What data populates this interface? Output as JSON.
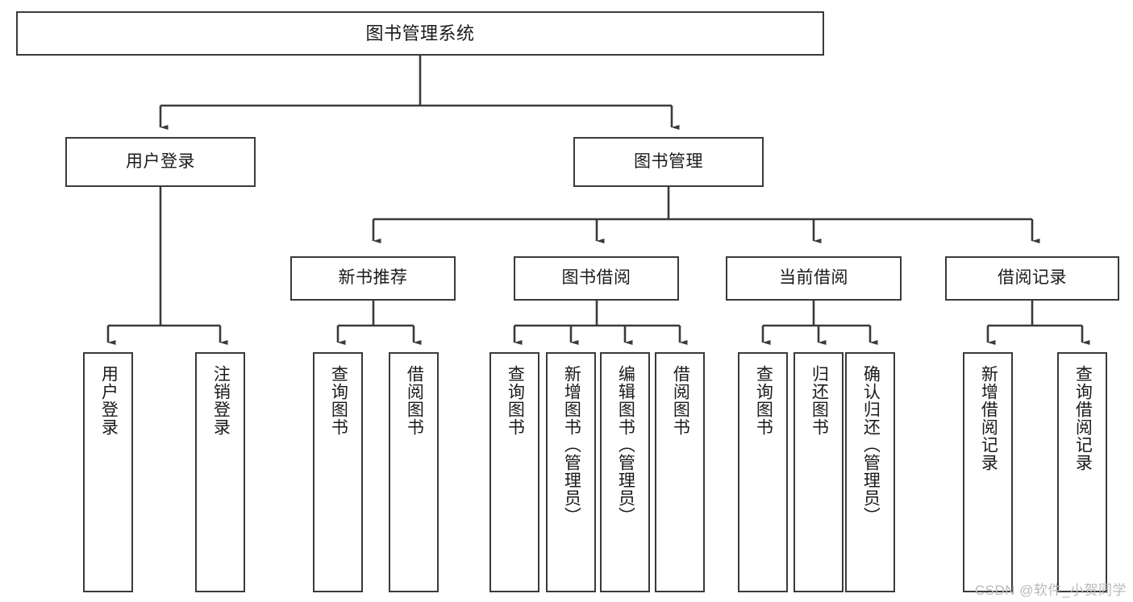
{
  "diagram": {
    "title": "图书管理系统",
    "type": "tree-hierarchy",
    "orientation": "top-down",
    "edge_color": "#3a3a3a",
    "box_border_color": "#3a3a3a",
    "box_fill_color": "#ffffff",
    "text_color": "#1a1a1a"
  },
  "watermark": {
    "text": "CSDN @软件_小贺同学",
    "color": "#b9b9b9"
  },
  "nodes": {
    "root": {
      "label": "图书管理系统"
    },
    "level2": [
      {
        "label": "用户登录"
      },
      {
        "label": "图书管理"
      }
    ],
    "level3": [
      {
        "label": "新书推荐"
      },
      {
        "label": "图书借阅"
      },
      {
        "label": "当前借阅"
      },
      {
        "label": "借阅记录"
      }
    ],
    "leaves_user_login": [
      {
        "label": "用户登录"
      },
      {
        "label": "注销登录"
      }
    ],
    "leaves_new_book": [
      {
        "label": "查询图书"
      },
      {
        "label": "借阅图书"
      }
    ],
    "leaves_borrow": [
      {
        "label": "查询图书"
      },
      {
        "label": "新增图书（管理员）"
      },
      {
        "label": "编辑图书（管理员）"
      },
      {
        "label": "借阅图书"
      }
    ],
    "leaves_current": [
      {
        "label": "查询图书"
      },
      {
        "label": "归还图书"
      },
      {
        "label": "确认归还（管理员）"
      }
    ],
    "leaves_records": [
      {
        "label": "新增借阅记录"
      },
      {
        "label": "查询借阅记录"
      }
    ]
  }
}
